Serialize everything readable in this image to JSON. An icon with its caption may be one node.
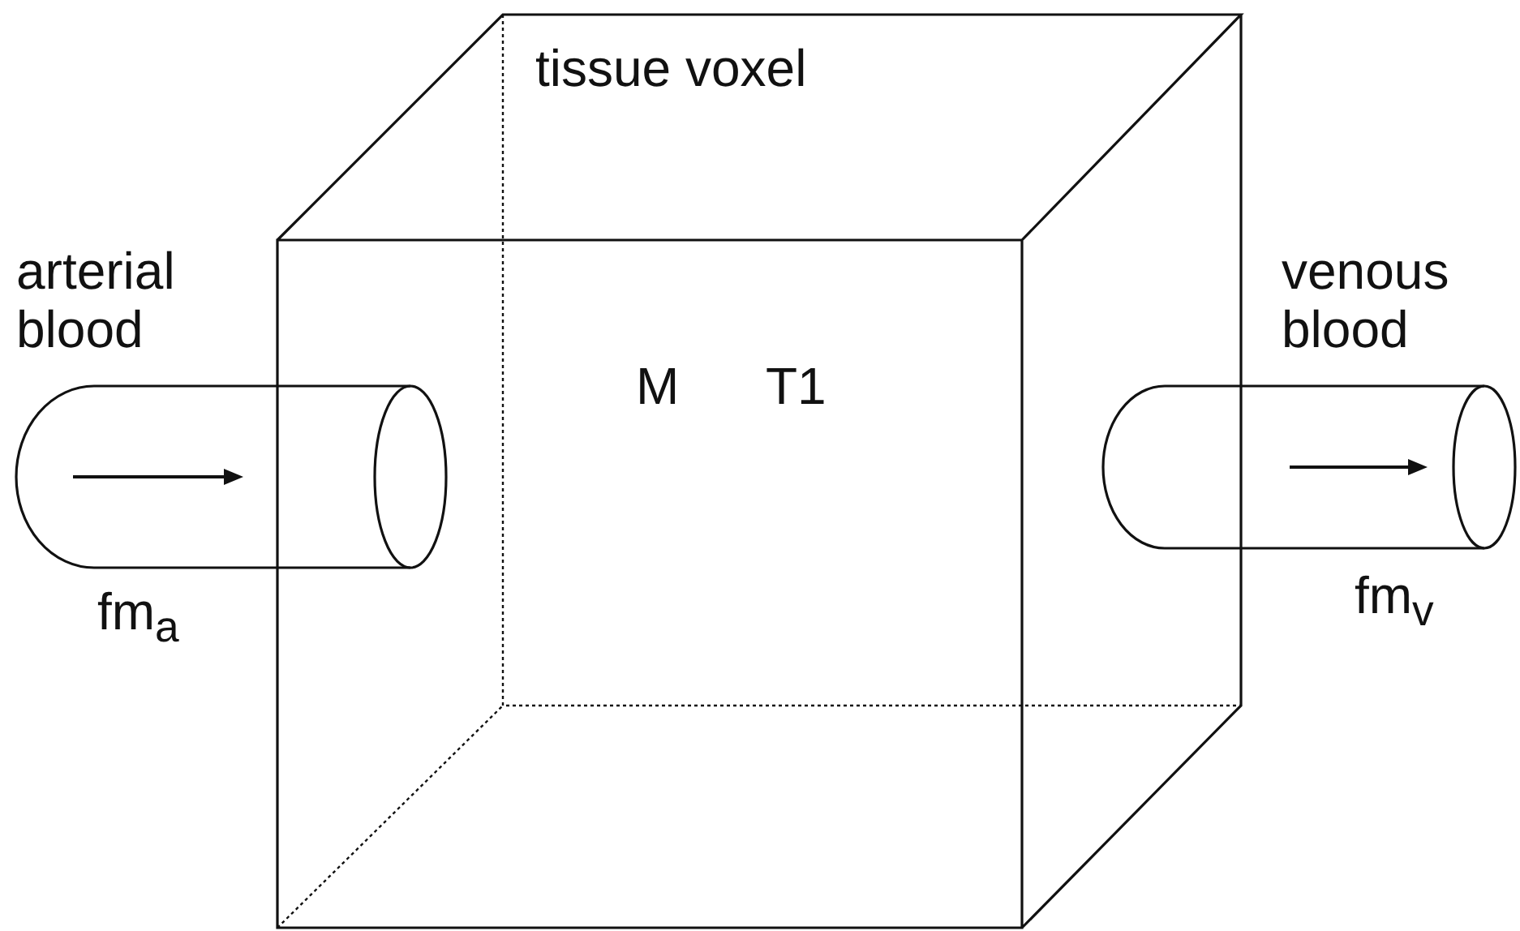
{
  "diagram": {
    "nodes": [
      {
        "text": [
          "tissue voxel",
          "M",
          "T1"
        ]
      },
      {
        "text": [],
        "shape": "cylinder",
        "beside": [
          "arterial blood",
          "fm$_{a}$"
        ]
      },
      {
        "text": [],
        "shape": "cylinder",
        "beside": [
          "venous blood",
          "fm$_{v}$"
        ]
      }
    ]
  }
}
